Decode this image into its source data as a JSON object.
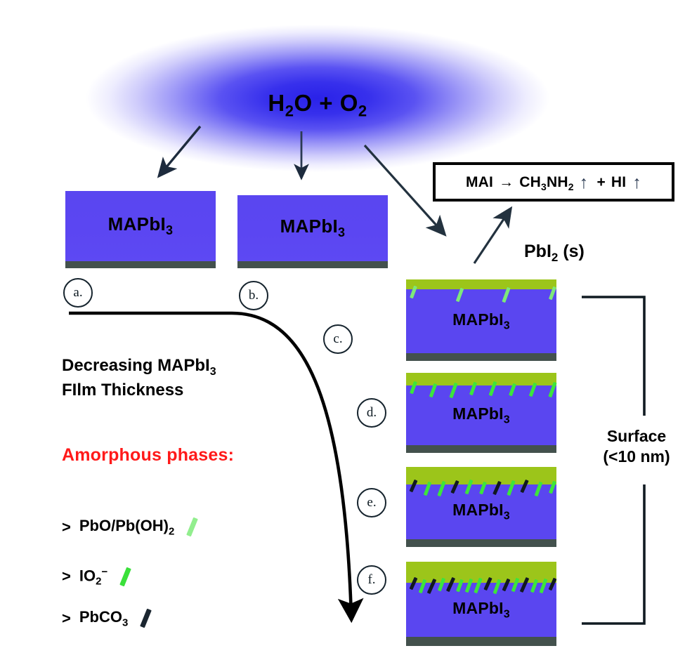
{
  "figure": {
    "gas_label": "H2O + O2",
    "reaction": {
      "reactant": "MAI",
      "arrow": "→",
      "product_1": "CH3NH2",
      "plus": "+",
      "product_2": "HI",
      "gas_up_arrow": "↑"
    },
    "pbi2_caption": "PbI2 (s)",
    "surface_caption_line1": "Surface",
    "surface_caption_line2": "(<10 nm)",
    "thickness_line1": "Decreasing MAPbI3",
    "thickness_line2": "FIlm Thickness",
    "amorphous_title": "Amorphous phases:",
    "film_label": "MAPbI3"
  },
  "legend": {
    "items": [
      {
        "bullet": ">",
        "label": "PbO/Pb(OH)2",
        "swatch": "pale-green",
        "color": "#92ee8e"
      },
      {
        "bullet": ">",
        "label": "IO2-",
        "swatch": "green",
        "color": "#3ae03a"
      },
      {
        "bullet": ">",
        "label": "PbCO3",
        "swatch": "dark",
        "color": "#1b2630"
      }
    ]
  },
  "panels": [
    {
      "id": "a",
      "letter": "a.",
      "type": "simple",
      "label": "MAPbI3",
      "has_pbi2_layer": false,
      "tick_count": 0
    },
    {
      "id": "b",
      "letter": "b.",
      "type": "simple",
      "label": "MAPbI3",
      "has_pbi2_layer": false,
      "tick_count": 0
    },
    {
      "id": "c",
      "letter": "c.",
      "type": "stack",
      "label": "MAPbI3",
      "has_pbi2_layer": true,
      "tick_count": 4,
      "ticks": [
        "pale",
        "pale",
        "pale",
        "pale"
      ]
    },
    {
      "id": "d",
      "letter": "d.",
      "type": "stack",
      "label": "MAPbI3",
      "has_pbi2_layer": true,
      "tick_count": 8,
      "ticks": [
        "green",
        "green",
        "green",
        "green",
        "green",
        "green",
        "green",
        "green"
      ]
    },
    {
      "id": "e",
      "letter": "e.",
      "type": "stack",
      "label": "MAPbI3",
      "has_pbi2_layer": true,
      "tick_count": 11,
      "ticks": [
        "dark",
        "green",
        "green",
        "dark",
        "green",
        "green",
        "dark",
        "green",
        "dark",
        "green",
        "green"
      ]
    },
    {
      "id": "f",
      "letter": "f.",
      "type": "stack",
      "label": "MAPbI3",
      "has_pbi2_layer": true,
      "tick_count": 16,
      "ticks": [
        "dark",
        "green",
        "dark",
        "green",
        "dark",
        "green",
        "green",
        "green",
        "dark",
        "green",
        "dark",
        "green",
        "dark",
        "green",
        "green",
        "dark"
      ]
    }
  ],
  "colors": {
    "cloud_blue": "#2a22e8",
    "perovskite_purple": "#5a46f0",
    "pbi2_yellow_green": "#9cc51a",
    "substrate_gray": "#43514d",
    "amorphous_red": "#ff1a1a",
    "line_dark": "#16242e"
  }
}
